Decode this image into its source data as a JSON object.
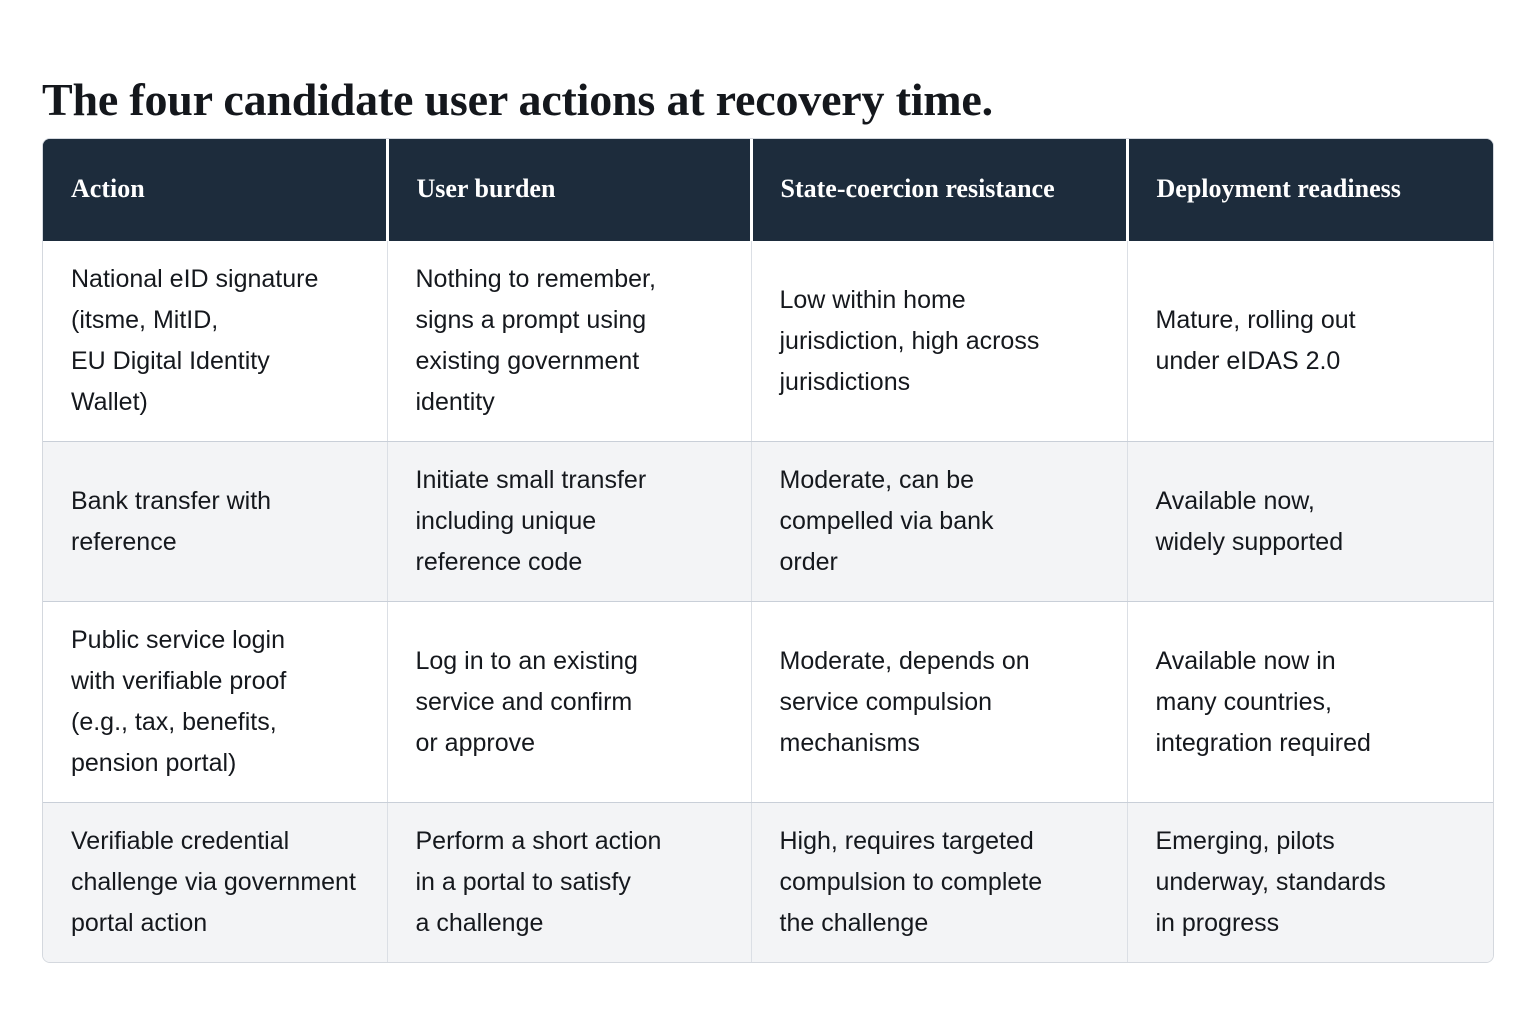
{
  "page": {
    "title": "The four candidate user actions at recovery time.",
    "background_color": "#ffffff"
  },
  "colors": {
    "header_background": "#1d2c3c",
    "header_text": "#ffffff",
    "row_odd_background": "#ffffff",
    "row_even_background": "#f3f4f6",
    "body_text": "#15181d",
    "border": "#d4d8de",
    "row_divider": "#c9cfd8",
    "column_divider": "#dbdfe5"
  },
  "table": {
    "columns": [
      {
        "key": "action",
        "label": "Action"
      },
      {
        "key": "user_burden",
        "label": "User burden"
      },
      {
        "key": "state_coercion_resistance",
        "label": "State-coercion resistance"
      },
      {
        "key": "deployment_readiness",
        "label": "Deployment readiness"
      }
    ],
    "rows": [
      {
        "action": "National eID signature\n(itsme, MitID,\nEU Digital Identity\nWallet)",
        "user_burden": "Nothing to remember,\nsigns a prompt using\nexisting government\nidentity",
        "state_coercion_resistance": "Low within home\njurisdiction, high across\njurisdictions",
        "deployment_readiness": "Mature, rolling out\nunder eIDAS 2.0"
      },
      {
        "action": "Bank transfer with\nreference",
        "user_burden": "Initiate small transfer\nincluding unique\nreference code",
        "state_coercion_resistance": "Moderate, can be\ncompelled via bank\norder",
        "deployment_readiness": "Available now,\nwidely supported"
      },
      {
        "action": "Public service login\nwith verifiable proof\n(e.g., tax, benefits,\npension portal)",
        "user_burden": "Log in to an existing\nservice and confirm\nor approve",
        "state_coercion_resistance": "Moderate, depends on\nservice compulsion\nmechanisms",
        "deployment_readiness": "Available now in\nmany countries,\nintegration required"
      },
      {
        "action": "Verifiable credential\nchallenge via government\nportal action",
        "user_burden": "Perform a short action\nin a portal to satisfy\na challenge",
        "state_coercion_resistance": "High, requires targeted\ncompulsion to complete\nthe challenge",
        "deployment_readiness": "Emerging, pilots\nunderway, standards\nin progress"
      }
    ]
  }
}
